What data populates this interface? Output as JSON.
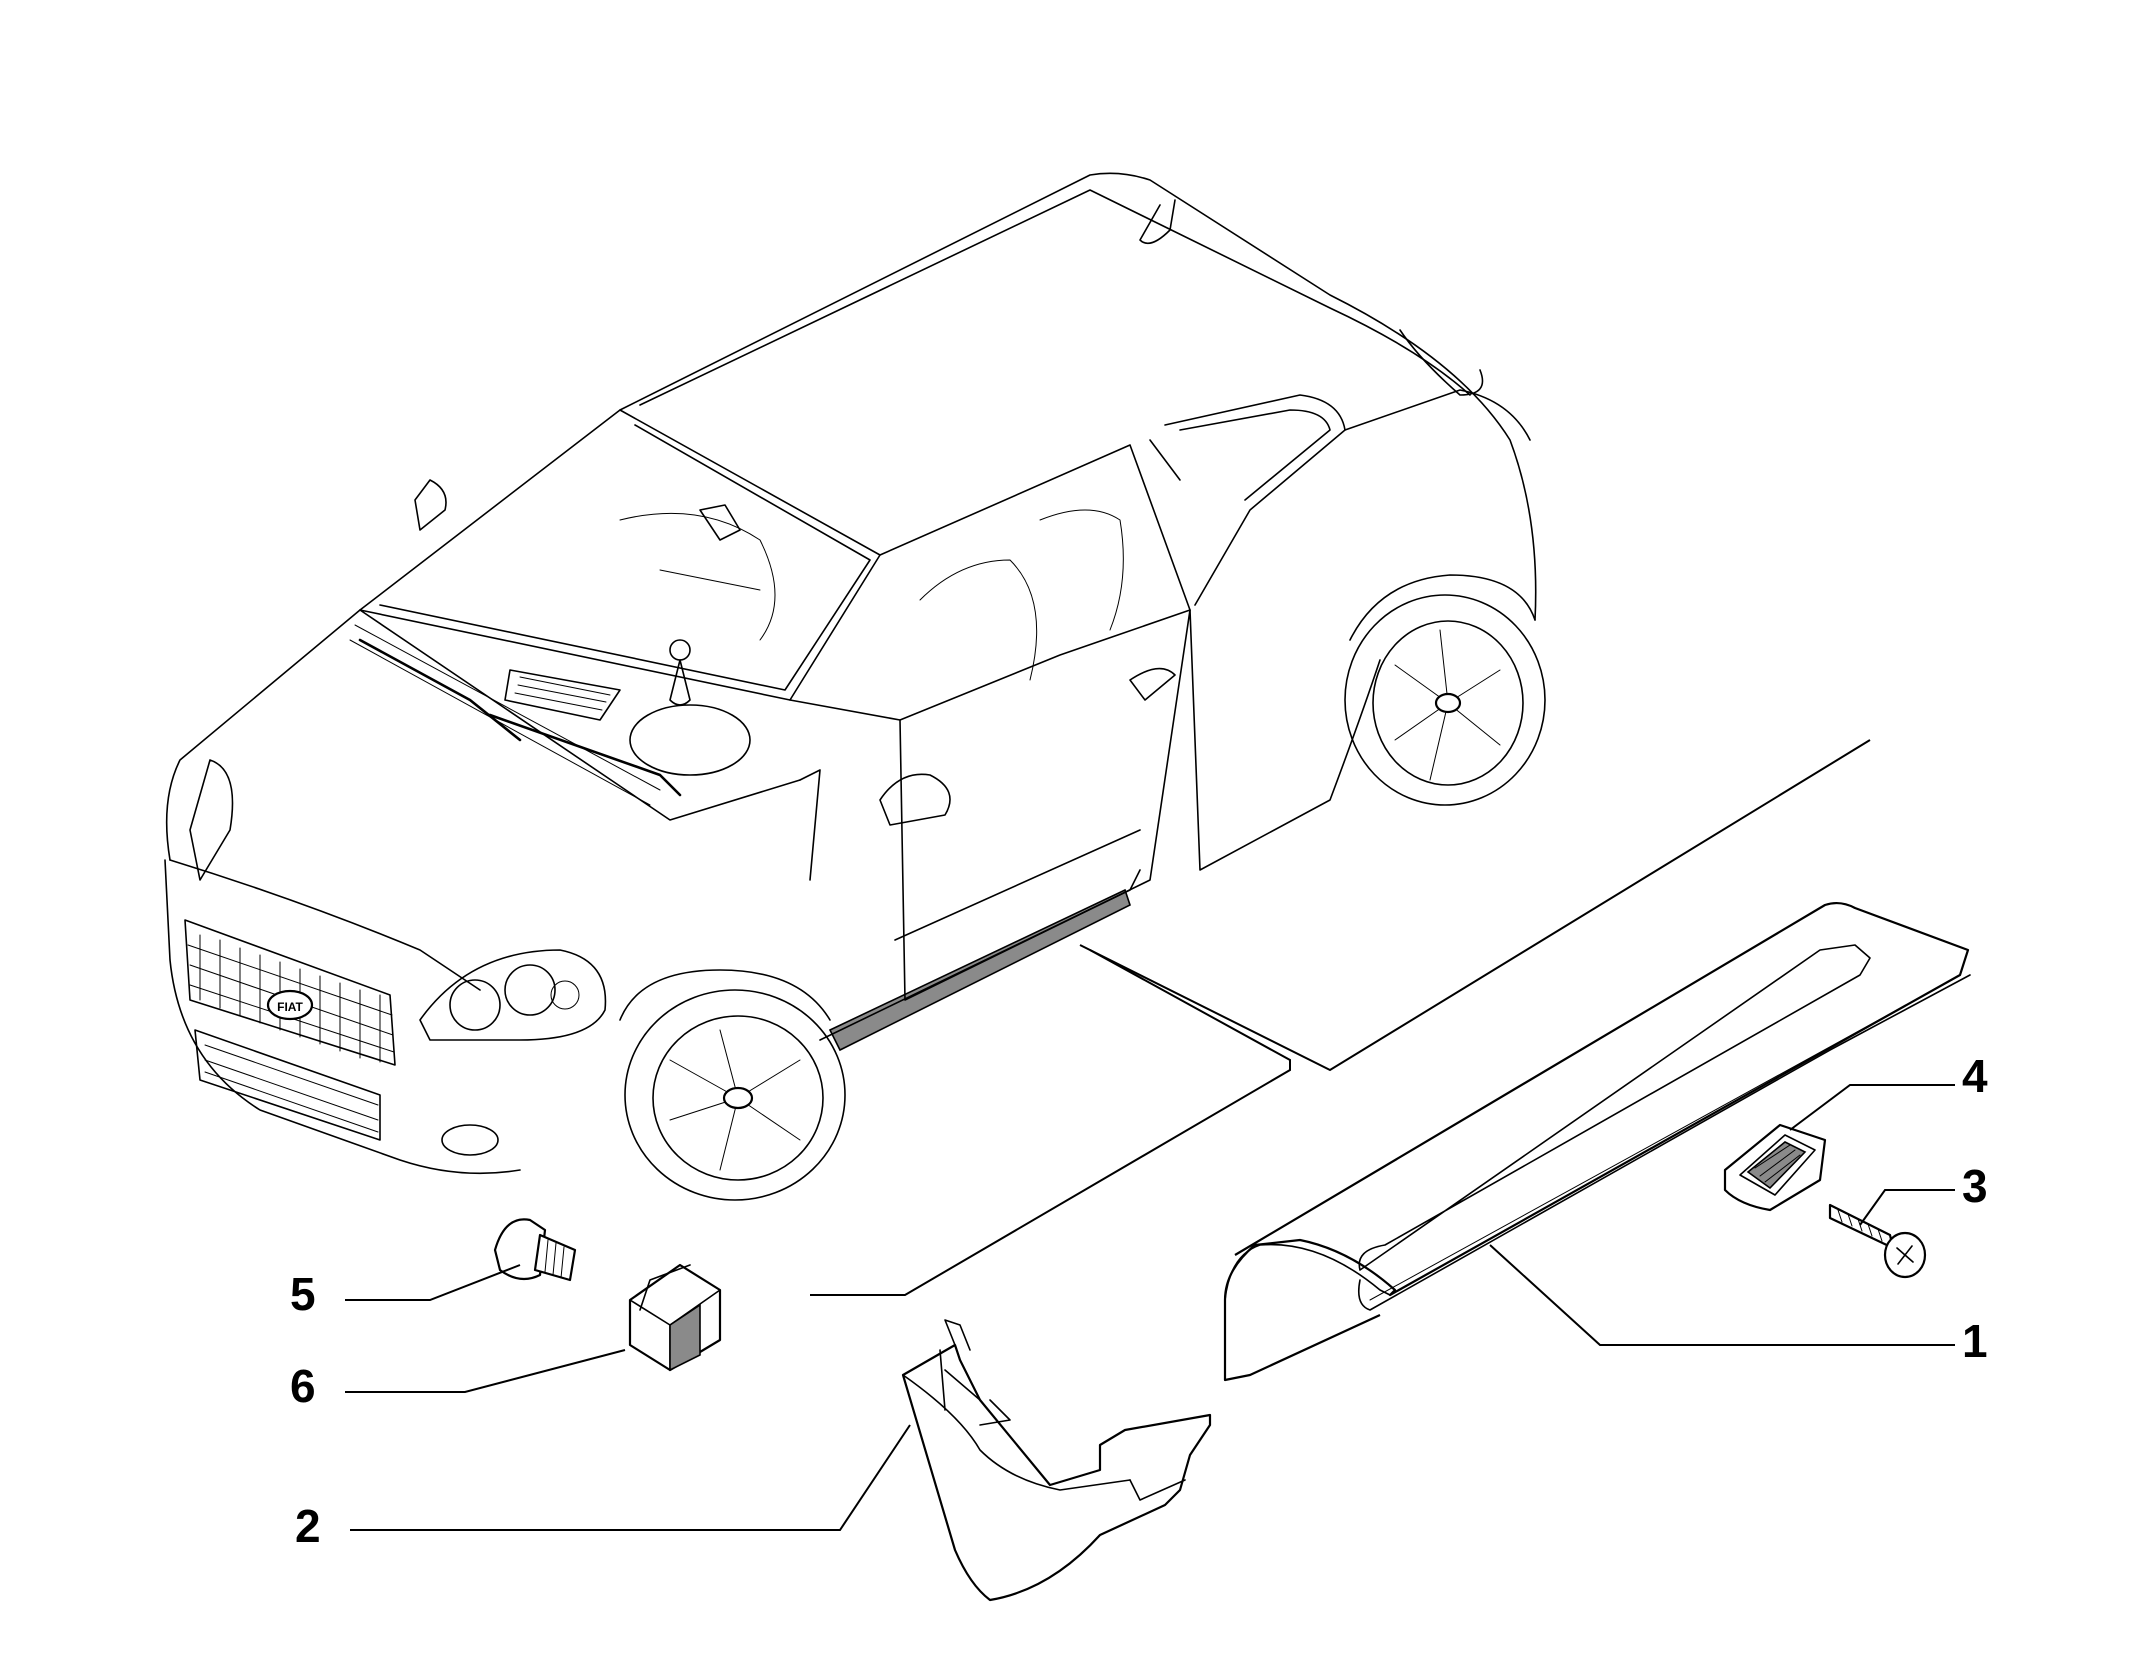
{
  "callouts": [
    {
      "id": "part-1",
      "label": "1"
    },
    {
      "id": "part-2",
      "label": "2"
    },
    {
      "id": "part-3",
      "label": "3"
    },
    {
      "id": "part-4",
      "label": "4"
    },
    {
      "id": "part-5",
      "label": "5"
    },
    {
      "id": "part-6",
      "label": "6"
    }
  ],
  "logo": "FIAT"
}
